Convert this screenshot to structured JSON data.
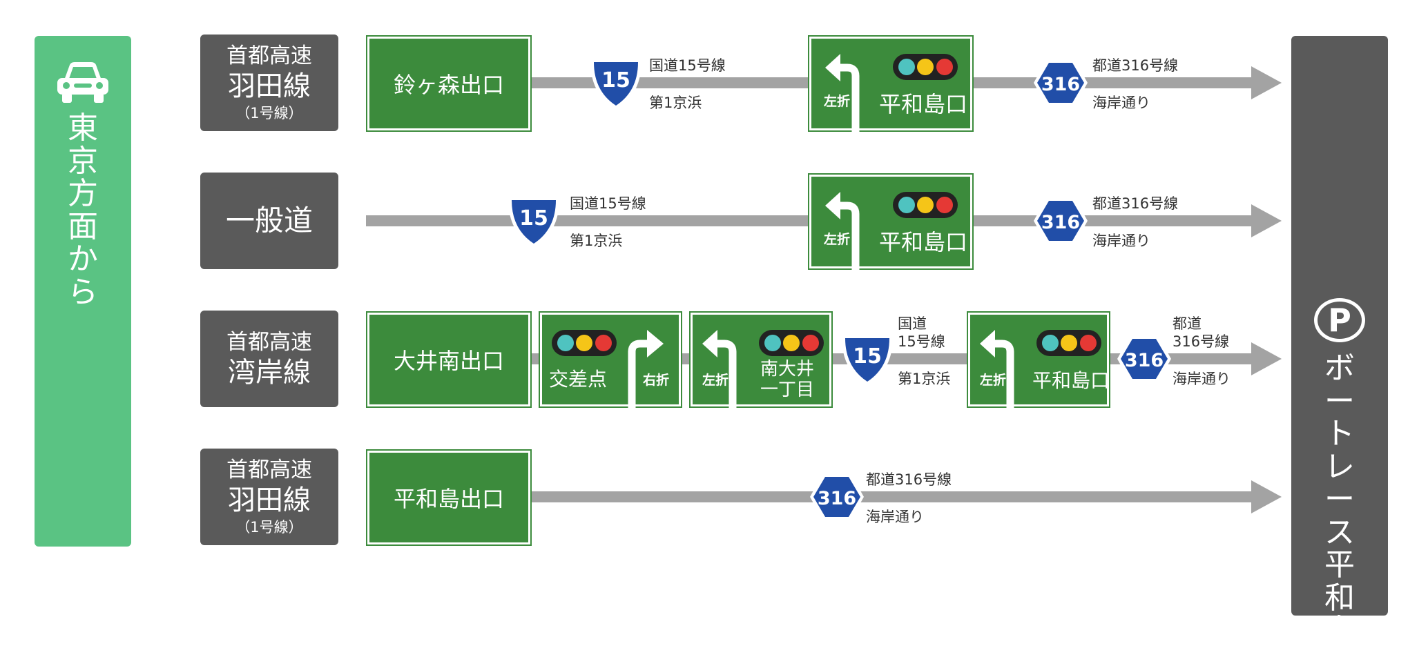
{
  "origin": {
    "chars": [
      "東",
      "京",
      "方",
      "面",
      "か",
      "ら"
    ],
    "icon": "car-icon",
    "color": "#5ac383"
  },
  "destination": {
    "chars": [
      "ボ",
      "ー",
      "ト",
      "レ",
      "ー",
      "ス",
      "平",
      "和",
      "島"
    ],
    "icon": "parking-icon",
    "parking": "P",
    "color": "#5a5a5a"
  },
  "colors": {
    "sign_green": "#3c8b3c",
    "road_gray": "#a3a3a3",
    "route_box": "#5a5a5a",
    "shield_blue": "#214ea8"
  },
  "routes": [
    {
      "box": {
        "line1": "首都高速",
        "line2": "羽田線",
        "line3": "（1号線）"
      },
      "exit": "鈴ヶ森出口",
      "r15": {
        "num": "15",
        "top": "国道15号線",
        "bottom": "第1京浜"
      },
      "turn": {
        "turn": "左折",
        "dest": "平和島口"
      },
      "r316": {
        "num": "316",
        "top": "都道316号線",
        "bottom": "海岸通り"
      }
    },
    {
      "box": {
        "line1": "一般道"
      },
      "r15": {
        "num": "15",
        "top": "国道15号線",
        "bottom": "第1京浜"
      },
      "turn": {
        "turn": "左折",
        "dest": "平和島口"
      },
      "r316": {
        "num": "316",
        "top": "都道316号線",
        "bottom": "海岸通り"
      }
    },
    {
      "box": {
        "line1": "首都高速",
        "line2": "湾岸線"
      },
      "exit": "大井南出口",
      "cross": {
        "dest": "交差点",
        "turn": "右折"
      },
      "minami": {
        "turn": "左折",
        "dest1": "南大井",
        "dest2": "一丁目"
      },
      "r15": {
        "num": "15",
        "top1": "国道",
        "top2": "15号線",
        "bottom": "第1京浜"
      },
      "turn": {
        "turn": "左折",
        "dest": "平和島口"
      },
      "r316": {
        "num": "316",
        "top1": "都道",
        "top2": "316号線",
        "bottom": "海岸通り"
      }
    },
    {
      "box": {
        "line1": "首都高速",
        "line2": "羽田線",
        "line3": "（1号線）"
      },
      "exit": "平和島出口",
      "r316": {
        "num": "316",
        "top": "都道316号線",
        "bottom": "海岸通り"
      }
    }
  ]
}
